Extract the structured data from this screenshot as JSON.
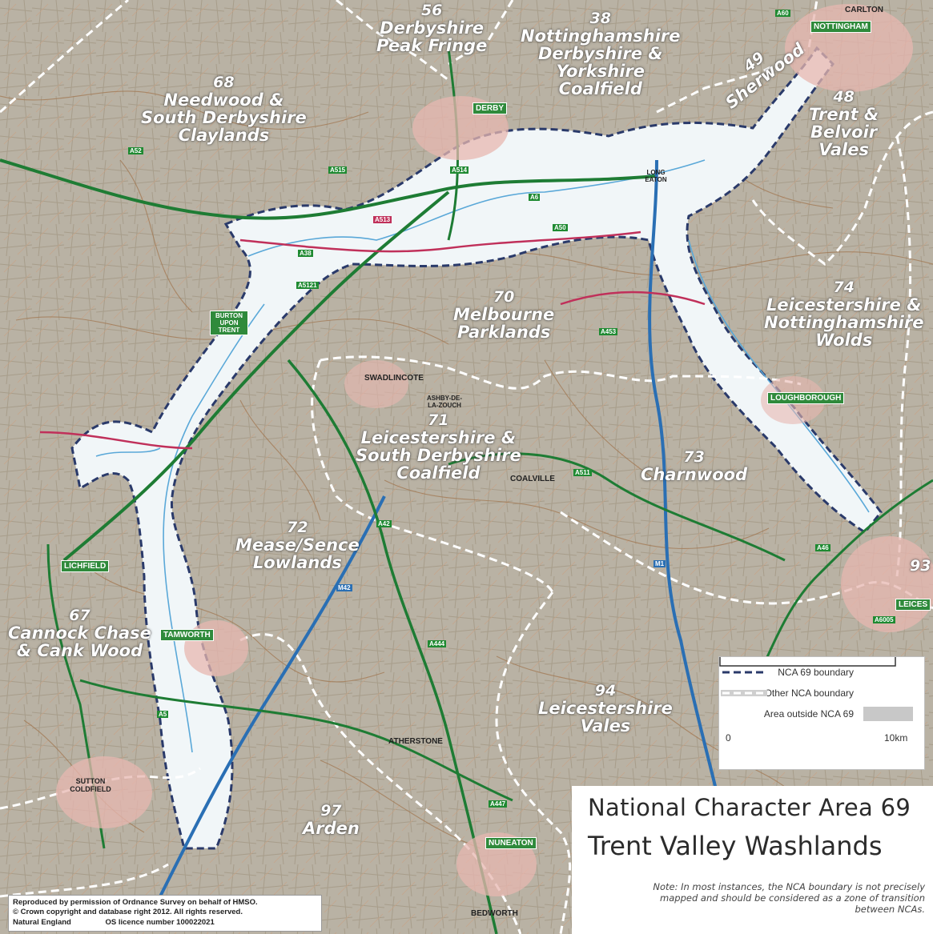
{
  "nca_areas": [
    {
      "id": "nca-56",
      "number": "56",
      "name_lines": [
        "Derbyshire",
        "Peak Fringe"
      ]
    },
    {
      "id": "nca-38",
      "number": "38",
      "name_lines": [
        "Nottinghamshire",
        "Derbyshire &",
        "Yorkshire",
        "Coalfield"
      ]
    },
    {
      "id": "nca-49",
      "number": "49",
      "name_lines": [
        "Sherwood"
      ]
    },
    {
      "id": "nca-48",
      "number": "48",
      "name_lines": [
        "Trent &",
        "Belvoir",
        "Vales"
      ]
    },
    {
      "id": "nca-68",
      "number": "68",
      "name_lines": [
        "Needwood &",
        "South Derbyshire",
        "Claylands"
      ]
    },
    {
      "id": "nca-70",
      "number": "70",
      "name_lines": [
        "Melbourne",
        "Parklands"
      ]
    },
    {
      "id": "nca-74",
      "number": "74",
      "name_lines": [
        "Leicestershire &",
        "Nottinghamshire",
        "Wolds"
      ]
    },
    {
      "id": "nca-71",
      "number": "71",
      "name_lines": [
        "Leicestershire &",
        "South Derbyshire",
        "Coalfield"
      ]
    },
    {
      "id": "nca-73",
      "number": "73",
      "name_lines": [
        "Charnwood"
      ]
    },
    {
      "id": "nca-72",
      "number": "72",
      "name_lines": [
        "Mease/Sence",
        "Lowlands"
      ]
    },
    {
      "id": "nca-93",
      "number": "93",
      "name_lines": []
    },
    {
      "id": "nca-67",
      "number": "67",
      "name_lines": [
        "Cannock Chase",
        "& Cank Wood"
      ]
    },
    {
      "id": "nca-94",
      "number": "94",
      "name_lines": [
        "Leicestershire",
        "Vales"
      ]
    },
    {
      "id": "nca-97",
      "number": "97",
      "name_lines": [
        "Arden"
      ]
    }
  ],
  "towns": {
    "nottingham": "NOTTINGHAM",
    "derby": "DERBY",
    "loughborough": "LOUGHBOROUGH",
    "lichfield": "LICHFIELD",
    "tamworth": "TAMWORTH",
    "nuneaton": "NUNEATON",
    "burton": "BURTON UPON TRENT",
    "leicester": "LEICES",
    "carlton": "CARLTON",
    "swadlincote": "SWADLINCOTE",
    "coalville": "COALVILLE",
    "atherstone": "ATHERSTONE",
    "sutton": "SUTTON COLDFIELD",
    "bedworth": "BEDWORTH",
    "ashby": "ASHBY-DE-LA-ZOUCH",
    "long_eaton": "LONG EATON"
  },
  "roads": [
    "A52",
    "A38",
    "A50",
    "A6",
    "M1",
    "A42",
    "A511",
    "A444",
    "M42",
    "A5",
    "A453",
    "A60",
    "A46",
    "A513",
    "A5121",
    "A515",
    "A514",
    "A447",
    "A6005"
  ],
  "legend": {
    "nca69_boundary": "NCA 69 boundary",
    "other_boundary": "Other NCA boundary",
    "outside_area": "Area outside NCA 69",
    "scale_start": "0",
    "scale_end": "10km",
    "colors": {
      "nca69": "#2a3a6a",
      "other": "#ffffff",
      "outside": "#c8c8c8"
    }
  },
  "title": {
    "line1": "National Character Area 69",
    "line2": "Trent Valley Washlands",
    "note": "Note: In most instances, the NCA boundary is not precisely mapped and should be considered as a zone of transition between NCAs."
  },
  "copyright": {
    "line1": "Reproduced by permission of Ordnance Survey on behalf of HMSO.",
    "line2": "© Crown copyright and database right 2012. All rights reserved.",
    "line3_left": "Natural England",
    "line3_right": "OS licence number 100022021"
  }
}
